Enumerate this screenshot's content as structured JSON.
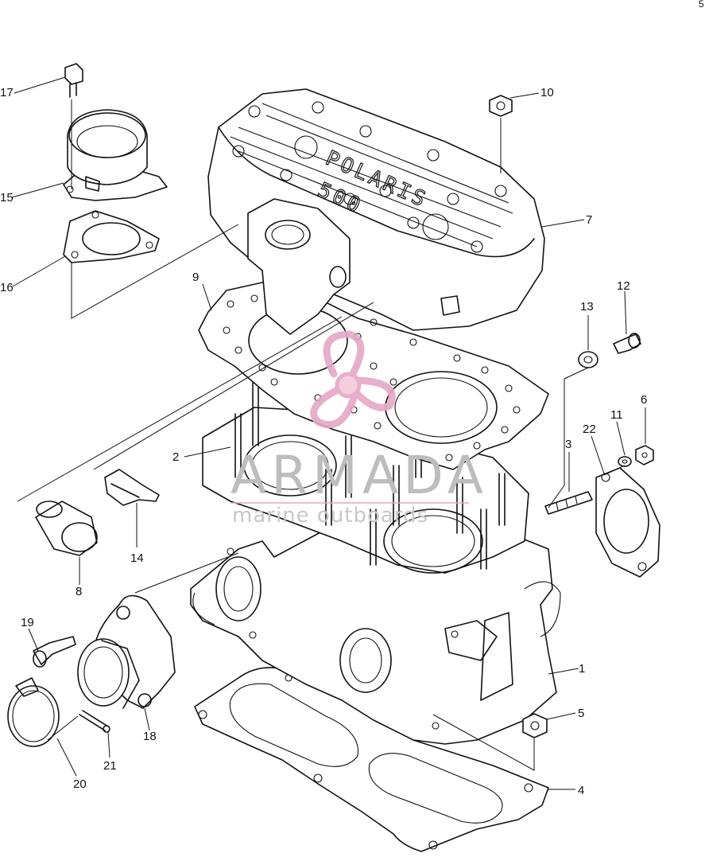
{
  "corner_mark": "5",
  "watermark": {
    "brand": "ARMADA",
    "tagline": "marine outboards",
    "logo_color": "#e5a7c6"
  },
  "embossing": {
    "brand": "POLARIS",
    "model": "500"
  },
  "callouts": [
    "1",
    "2",
    "3",
    "4",
    "5",
    "6",
    "7",
    "8",
    "9",
    "10",
    "11",
    "12",
    "13",
    "14",
    "15",
    "16",
    "17",
    "18",
    "19",
    "20",
    "21",
    "22"
  ]
}
